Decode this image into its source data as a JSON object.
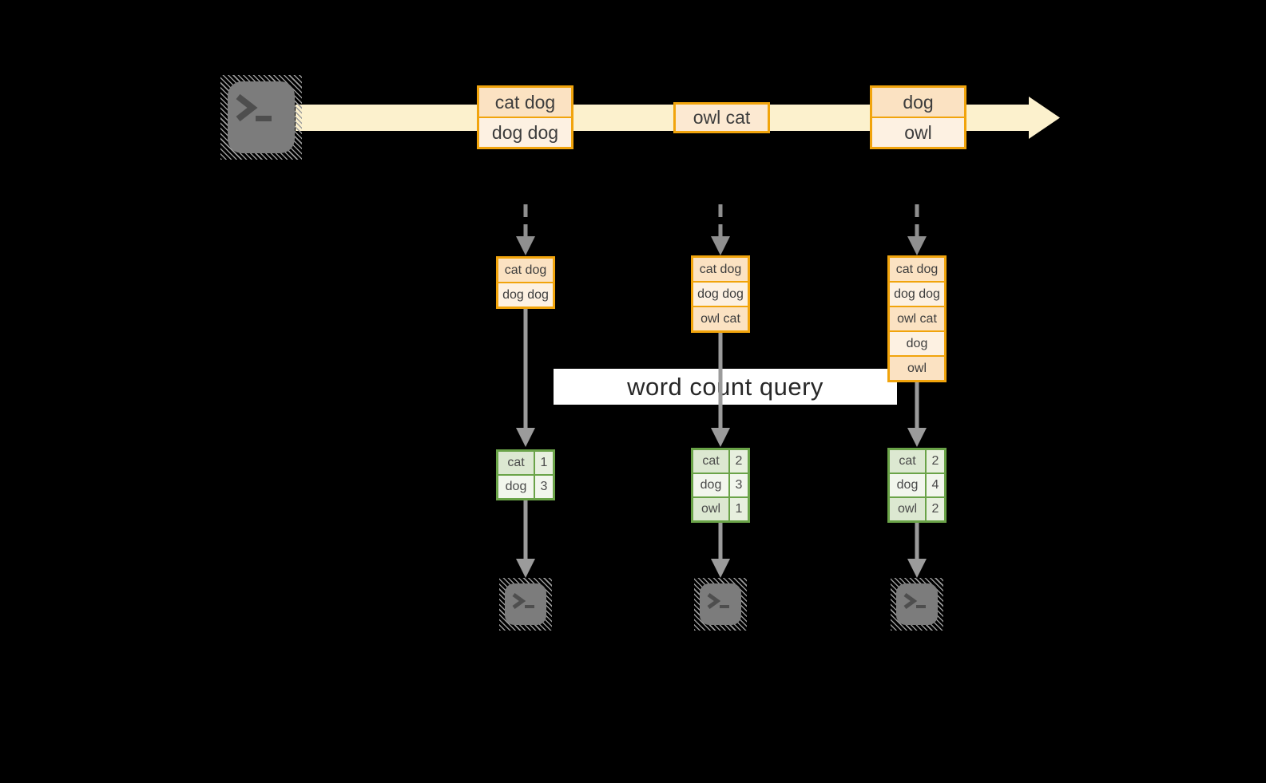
{
  "query_label": "word count query",
  "stream_batches": [
    {
      "lines": [
        "cat dog",
        "dog dog"
      ]
    },
    {
      "lines": [
        "owl cat"
      ]
    },
    {
      "lines": [
        "dog",
        "owl"
      ]
    }
  ],
  "accumulated_inputs": [
    {
      "lines": [
        "cat dog",
        "dog dog"
      ]
    },
    {
      "lines": [
        "cat dog",
        "dog dog",
        "owl cat"
      ]
    },
    {
      "lines": [
        "cat dog",
        "dog dog",
        "owl cat",
        "dog",
        "owl"
      ]
    }
  ],
  "result_tables": [
    {
      "rows": [
        {
          "word": "cat",
          "count": "1"
        },
        {
          "word": "dog",
          "count": "3"
        }
      ]
    },
    {
      "rows": [
        {
          "word": "cat",
          "count": "2"
        },
        {
          "word": "dog",
          "count": "3"
        },
        {
          "word": "owl",
          "count": "1"
        }
      ]
    },
    {
      "rows": [
        {
          "word": "cat",
          "count": "2"
        },
        {
          "word": "dog",
          "count": "4"
        },
        {
          "word": "owl",
          "count": "2"
        }
      ]
    }
  ],
  "icons": {
    "source": "terminal-icon",
    "sinks": [
      "terminal-icon",
      "terminal-icon",
      "terminal-icon"
    ]
  },
  "colors": {
    "background": "#000000",
    "stream_arrow": "#fcf1cd",
    "box_border_orange": "#f1a40c",
    "box_fill_peach": "#fbe2c2",
    "box_fill_cream": "#fdf1e2",
    "table_border_green": "#6aa348",
    "table_fill_green": "#dce8d1",
    "connector_grey": "#9b9b9b",
    "query_band_bg": "#ffffff"
  }
}
